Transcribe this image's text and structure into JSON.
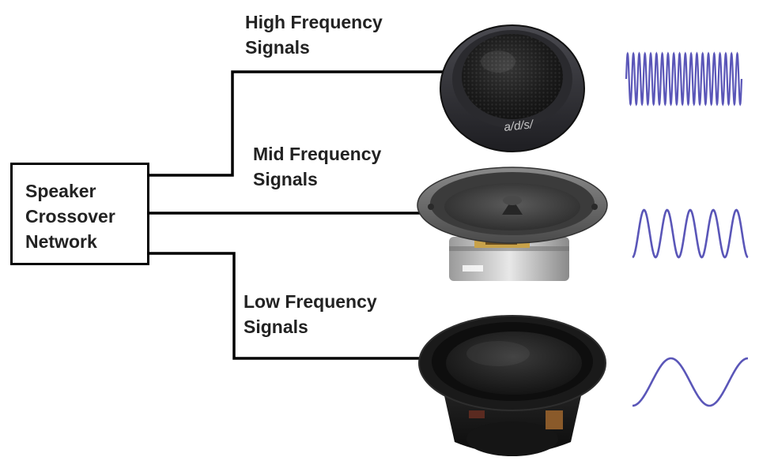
{
  "crossover": {
    "line1": "Speaker",
    "line2": "Crossover",
    "line3": "Network"
  },
  "high": {
    "line1": "High Frequency",
    "line2": "Signals",
    "brand": "a/d/s/"
  },
  "mid": {
    "line1": "Mid Frequency",
    "line2": "Signals"
  },
  "low": {
    "line1": "Low Frequency",
    "line2": "Signals"
  },
  "colors": {
    "wave": "#5a56b8",
    "wire": "#000000",
    "text": "#222222"
  },
  "waves": {
    "high_cycles": 20,
    "mid_cycles": 5,
    "low_cycles": 1.5
  }
}
